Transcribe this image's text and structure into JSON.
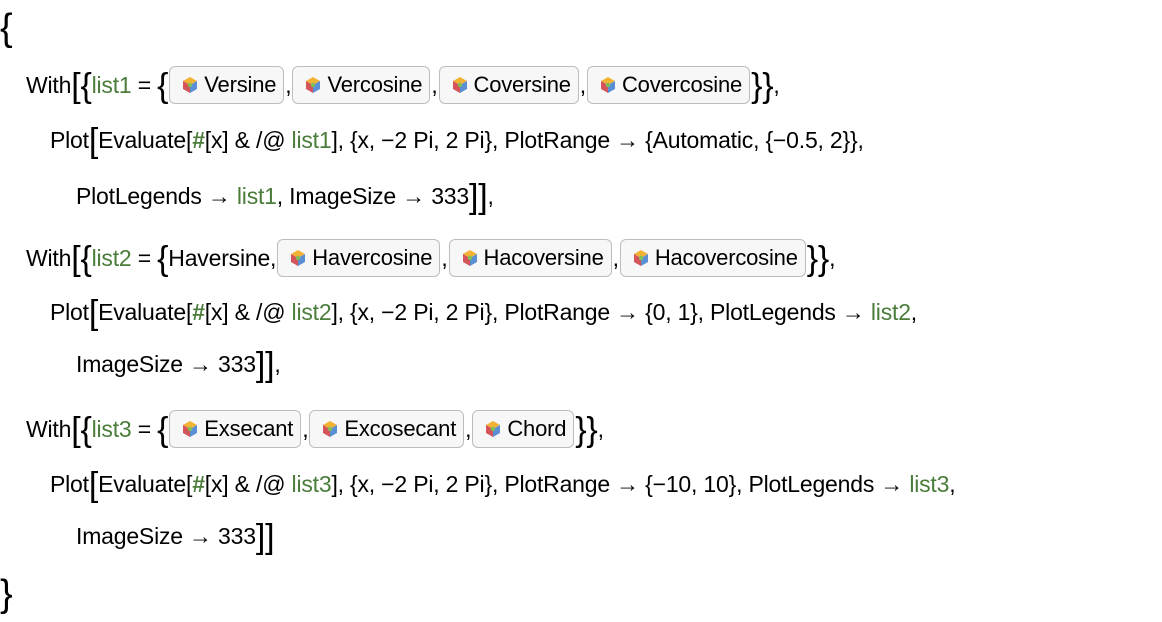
{
  "code": {
    "open_brace": "{",
    "close_brace": "}",
    "blocks": [
      {
        "with": "With",
        "var": "list1",
        "eq": " = ",
        "items": [
          "Versine",
          "Vercosine",
          "Coversine",
          "Covercosine"
        ],
        "tail1": ",",
        "plot": "Plot",
        "evaluate": "Evaluate[",
        "hash": "#",
        "map": "[x] & /@ ",
        "after_var": "],",
        "range_open": " {",
        "range_text": "x, −2 Pi, 2 Pi",
        "range_close": "}",
        "opts_line2": ", PlotRange → {Automatic, {−0.5, 2}},",
        "legend_label": "PlotLegends → ",
        "image_size": ", ImageSize → 333",
        "end": ","
      },
      {
        "with": "With",
        "var": "list2",
        "eq": " = ",
        "first_plain": "Haversine,",
        "items": [
          "Havercosine",
          "Hacoversine",
          "Hacovercosine"
        ],
        "tail1": ",",
        "plot": "Plot",
        "evaluate": "Evaluate[",
        "hash": "#",
        "map": "[x] & /@ ",
        "after_var": "],",
        "range_open": " {",
        "range_text": "x, −2 Pi, 2 Pi",
        "range_close": "}",
        "opts_a": ", PlotRange → {0, 1}, PlotLegends → ",
        "opts_b": ",",
        "image_size": "ImageSize → 333",
        "end": ","
      },
      {
        "with": "With",
        "var": "list3",
        "eq": " = ",
        "items": [
          "Exsecant",
          "Excosecant",
          "Chord"
        ],
        "tail1": ",",
        "plot": "Plot",
        "evaluate": "Evaluate[",
        "hash": "#",
        "map": "[x] & /@ ",
        "after_var": "],",
        "range_open": " {",
        "range_text": "x, −2 Pi, 2 Pi",
        "range_close": "}",
        "opts_a": ", PlotRange → {−10, 10}, PlotLegends → ",
        "opts_b": ",",
        "image_size": "ImageSize → 333"
      }
    ],
    "punct": {
      "comma": ",",
      "comma_sp": ", "
    }
  },
  "colors": {
    "variable": "#4a7c3a",
    "entity_border": "#bdbdbd",
    "entity_bg": "#f7f7f7"
  },
  "icons": {
    "entity": "entity-cube-icon"
  }
}
